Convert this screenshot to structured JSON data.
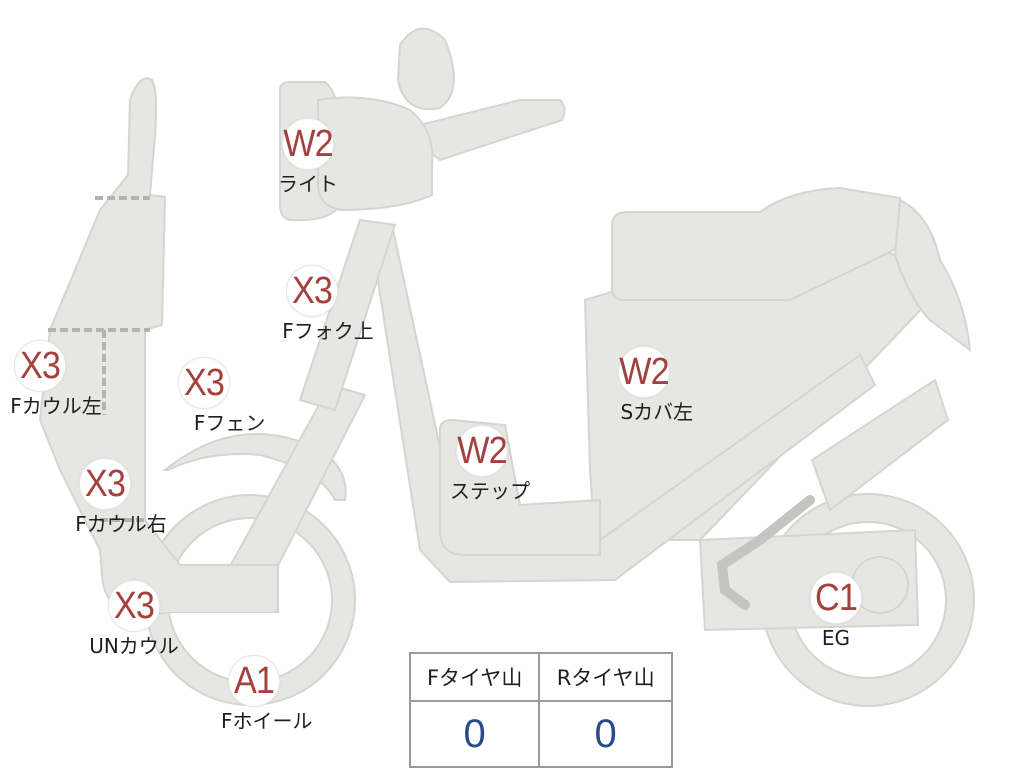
{
  "colors": {
    "body_fill": "#e6e6e3",
    "body_stroke": "#d4d4d0",
    "marker_code": "#a2413d",
    "table_value": "#2b4a8b"
  },
  "markers": [
    {
      "code": "W2",
      "label": "ライト"
    },
    {
      "code": "X3",
      "label": "Fフォク上"
    },
    {
      "code": "X3",
      "label": "Fカウル左"
    },
    {
      "code": "X3",
      "label": "Fフェン"
    },
    {
      "code": "X3",
      "label": "Fカウル右"
    },
    {
      "code": "X3",
      "label": "UNカウル"
    },
    {
      "code": "A1",
      "label": "Fホイール"
    },
    {
      "code": "W2",
      "label": "ステップ"
    },
    {
      "code": "W2",
      "label": "Sカバ左"
    },
    {
      "code": "C1",
      "label": "EG"
    }
  ],
  "tire_table": {
    "headers": [
      "Fタイヤ山",
      "Rタイヤ山"
    ],
    "values": [
      "0",
      "0"
    ]
  }
}
